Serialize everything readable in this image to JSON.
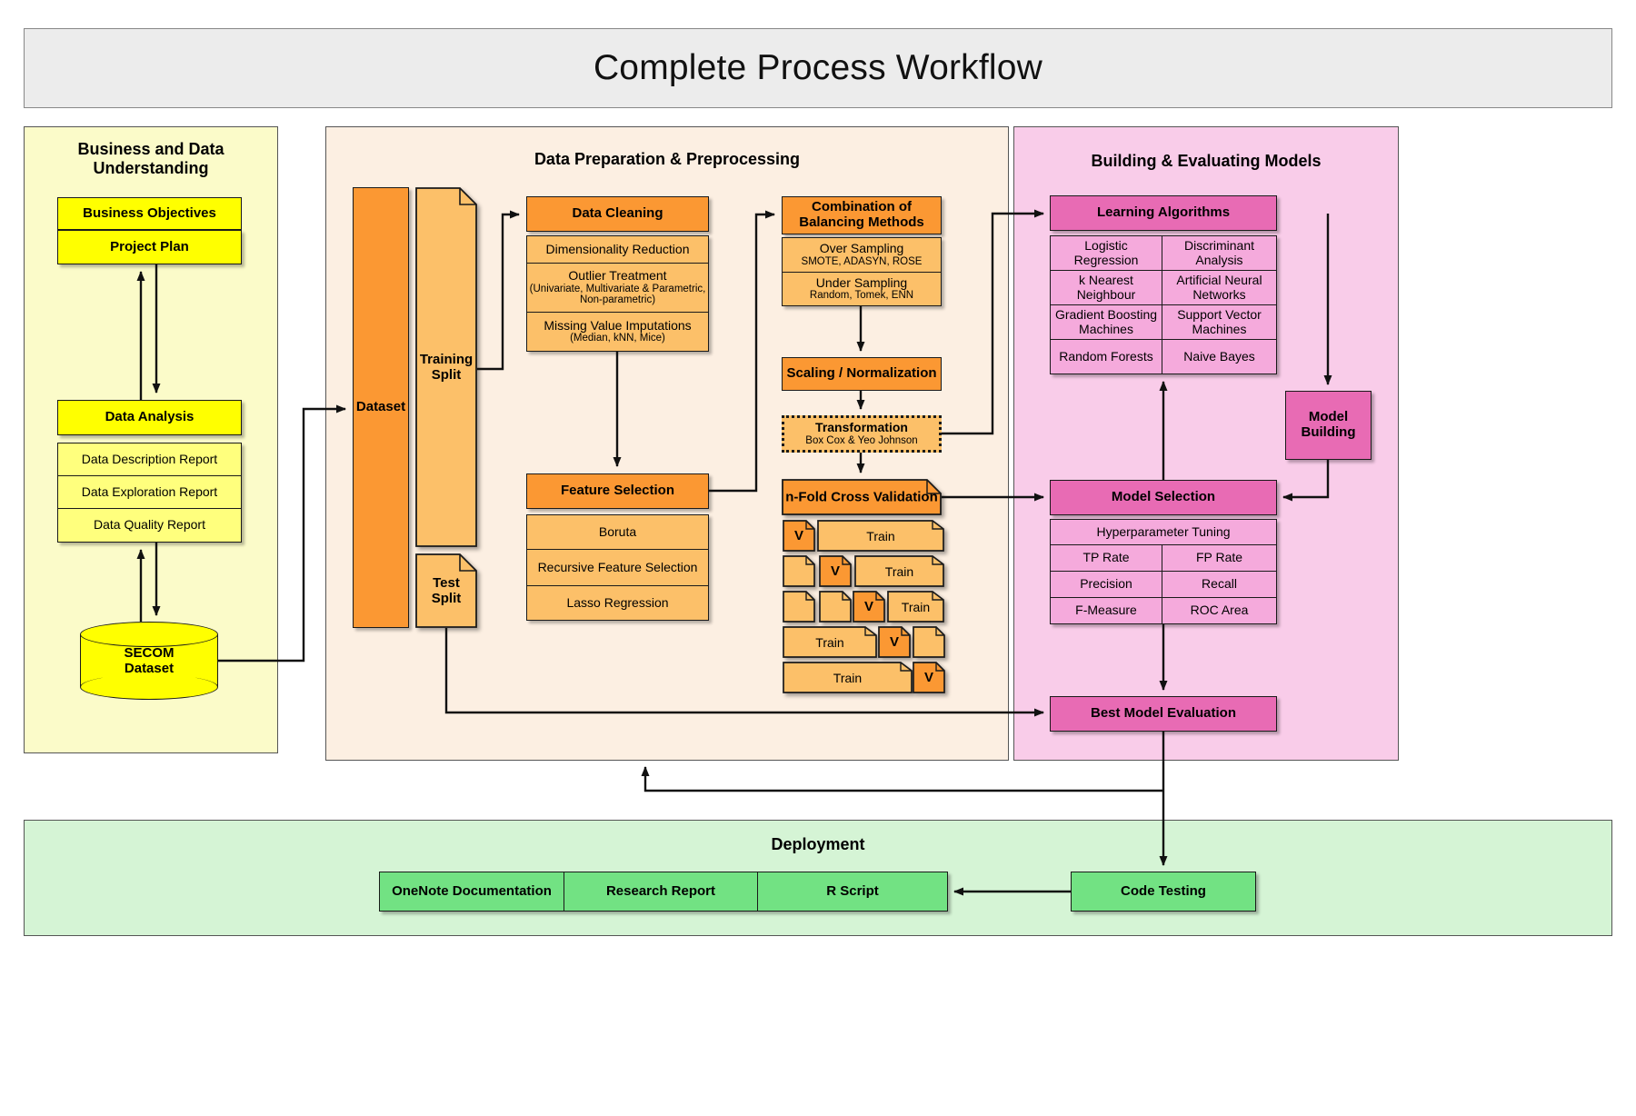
{
  "page": {
    "title": "Complete Process Workflow"
  },
  "lanes": {
    "business": {
      "title": "Business and Data Understanding"
    },
    "dataprep": {
      "title": "Data Preparation & Preprocessing"
    },
    "models": {
      "title": "Building & Evaluating Models"
    },
    "deploy": {
      "title": "Deployment"
    }
  },
  "business": {
    "objectives": "Business Objectives",
    "project_plan": "Project Plan",
    "data_analysis": "Data Analysis",
    "reports": [
      "Data Description Report",
      "Data Exploration Report",
      "Data Quality Report"
    ],
    "datasource_line1": "SECOM",
    "datasource_line2": "Dataset"
  },
  "dataprep": {
    "dataset": "Dataset",
    "training_split_line1": "Training",
    "training_split_line2": "Split",
    "test_split_line1": "Test",
    "test_split_line2": "Split",
    "data_cleaning": {
      "header": "Data Cleaning",
      "items": [
        {
          "label": "Dimensionality Reduction",
          "detail": ""
        },
        {
          "label": "Outlier Treatment",
          "detail": "(Univariate, Multivariate & Parametric, Non-parametric)"
        },
        {
          "label": "Missing Value Imputations",
          "detail": "(Median, kNN, Mice)"
        }
      ]
    },
    "feature_selection": {
      "header": "Feature Selection",
      "items": [
        "Boruta",
        "Recursive Feature Selection",
        "Lasso Regression"
      ]
    },
    "balancing": {
      "header_line1": "Combination of",
      "header_line2": "Balancing Methods",
      "items": [
        {
          "label": "Over Sampling",
          "detail": "SMOTE, ADASYN, ROSE"
        },
        {
          "label": "Under Sampling",
          "detail": "Random, Tomek, ENN"
        }
      ]
    },
    "scaling": "Scaling / Normalization",
    "transformation": {
      "label": "Transformation",
      "detail": "Box Cox & Yeo Johnson"
    },
    "cross_validation": {
      "header": "n-Fold Cross Validation",
      "validation_label": "V",
      "train_label": "Train",
      "folds": [
        {
          "validation_index": 0,
          "cells": [
            "V",
            "Train"
          ]
        },
        {
          "validation_index": 1,
          "cells": [
            "",
            "V",
            "Train"
          ]
        },
        {
          "validation_index": 2,
          "cells": [
            "",
            "",
            "V",
            "Train"
          ]
        },
        {
          "validation_index": 2,
          "cells": [
            "Train",
            "V",
            ""
          ]
        },
        {
          "validation_index": 1,
          "cells": [
            "Train",
            "V"
          ]
        }
      ]
    }
  },
  "models": {
    "learning_algorithms": {
      "header": "Learning Algorithms",
      "grid": [
        [
          "Logistic Regression",
          "Discriminant Analysis"
        ],
        [
          "k Nearest Neighbour",
          "Artificial Neural Networks"
        ],
        [
          "Gradient Boosting Machines",
          "Support Vector Machines"
        ],
        [
          "Random Forests",
          "Naive Bayes"
        ]
      ]
    },
    "model_building_line1": "Model",
    "model_building_line2": "Building",
    "model_selection": {
      "header": "Model Selection",
      "tuning": "Hyperparameter Tuning",
      "grid": [
        [
          "TP Rate",
          "FP Rate"
        ],
        [
          "Precision",
          "Recall"
        ],
        [
          "F-Measure",
          "ROC Area"
        ]
      ]
    },
    "best_model_evaluation": "Best Model Evaluation"
  },
  "deploy": {
    "items": [
      "OneNote Documentation",
      "Research Report",
      "R Script"
    ],
    "code_testing": "Code Testing"
  },
  "colors": {
    "lane_yellow": "#fbfbc9",
    "lane_orange": "#fcefe2",
    "lane_pink": "#f9cce9",
    "lane_green": "#d5f4d5",
    "yellow_strong": "#ffff00",
    "yellow_soft": "#ffff7d",
    "orange_strong": "#fb9833",
    "orange_soft": "#fcc069",
    "pink_strong": "#e86bb4",
    "pink_soft": "#f5aadc",
    "green_strong": "#72e283",
    "banner": "#ececec"
  }
}
